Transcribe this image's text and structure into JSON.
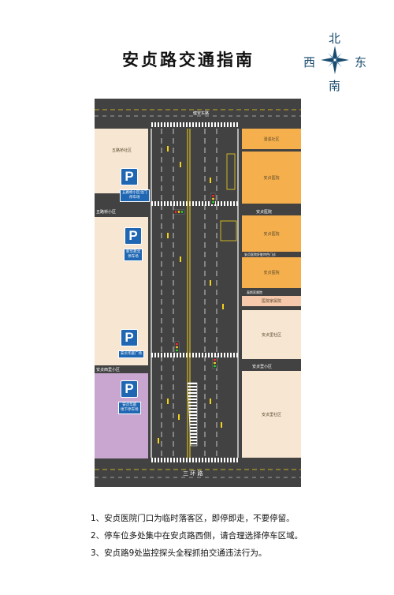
{
  "title": "安贞路交通指南",
  "compass": {
    "north": "北",
    "south": "南",
    "east": "东",
    "west": "西",
    "icon": "compass-rose-icon"
  },
  "roads": {
    "top": "健安东路",
    "bottom": "三 环 路",
    "west_1": "五路桥小区",
    "west_2": "安贞西里小区",
    "east_1": "安贞医院",
    "east_2": "安贞医院肝脏特色门诊",
    "east_3": "泰斯家属院",
    "east_4": "安贞里小区"
  },
  "blocks_west": {
    "b1": "五路桥社区",
    "b2": "",
    "b3": "",
    "b4": ""
  },
  "blocks_east": {
    "b1": "湧溪社区",
    "b2": "安贞医院",
    "b3": "安贞医院",
    "b4": "安贞医院",
    "b5": "医院家属院",
    "b6": "安贞里社区",
    "b7": "安贞里社区"
  },
  "parking": [
    {
      "symbol": "P",
      "caption": "五路桥小区北门\n停车场"
    },
    {
      "symbol": "P",
      "caption": "新华苑北\n停车场"
    },
    {
      "symbol": "P",
      "caption": "安贞华庭广场"
    },
    {
      "symbol": "P",
      "caption": "安贞华庭\n地下停车场"
    }
  ],
  "notes": [
    "1、安贞医院门口为临时落客区，即停即走，不要停留。",
    "2、停车位多处集中在安贞路西侧，请合理选择停车区域。",
    "3、安贞路9处监控探头全程抓拍交通违法行为。"
  ],
  "colors": {
    "road": "#424242",
    "west_block": "#f7e6d2",
    "east_block": "#f5b04d",
    "purple_block": "#c8a6d0",
    "parking": "#1f67b3",
    "lane_yellow": "#f2d21b"
  }
}
